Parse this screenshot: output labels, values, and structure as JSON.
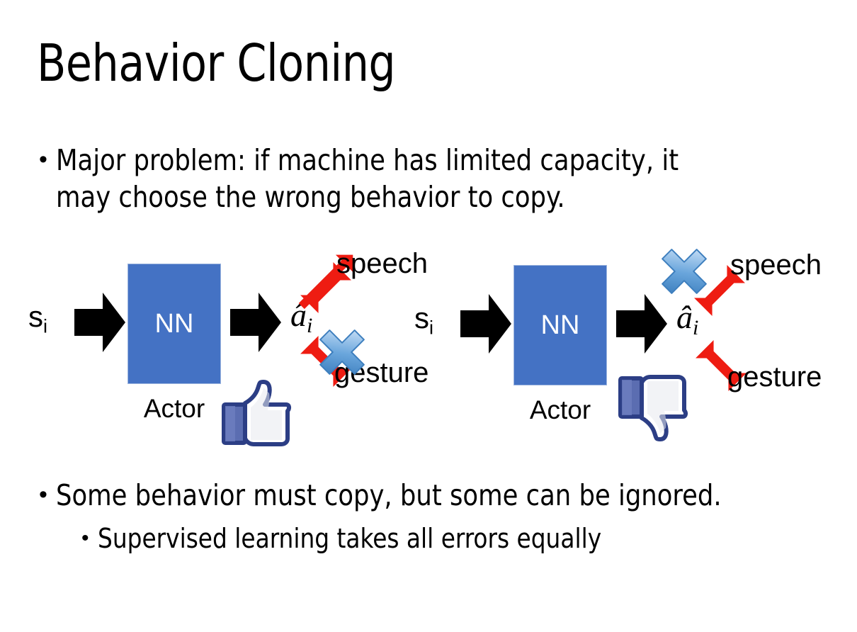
{
  "slide": {
    "title": "Behavior Cloning",
    "background_color": "#FFFFFF"
  },
  "bullets": {
    "top": {
      "marker": "•",
      "text": "Major problem: if machine has limited capacity, it may choose the wrong behavior to copy."
    },
    "bottom": [
      {
        "marker": "•",
        "text": "Some behavior must copy, but some can be ignored.",
        "level": 1
      },
      {
        "marker": "•",
        "text": "Supervised learning takes all errors equally",
        "level": 2
      }
    ]
  },
  "colors": {
    "nn_box_fill": "#4472C4",
    "nn_box_border": "#9CB4DE",
    "arrow_black": "#000000",
    "arrow_red": "#EE1C12",
    "cross_blue_light": "#CFE2F7",
    "cross_blue_mid": "#5B9BD5",
    "cross_blue_dark": "#2E6DA8",
    "thumb_outline": "#2C3E85",
    "thumb_cuff": "#5B6DB1",
    "thumb_fill": "#FFFFFF",
    "thumb_shadow": "#E4E7EC"
  },
  "diagrams": [
    {
      "id": "left",
      "state_label": {
        "base": "s",
        "sub": "i"
      },
      "network": {
        "label": "NN",
        "caption": "Actor"
      },
      "action_label": {
        "base": "â",
        "sub": "i"
      },
      "branches": [
        {
          "name": "speech",
          "label": "speech",
          "direction": "up-right",
          "crossed": false
        },
        {
          "name": "gesture",
          "label": "gesture",
          "direction": "down-right",
          "crossed": true
        }
      ],
      "feedback": {
        "icon": "thumbs-up-icon",
        "sentiment": "positive"
      }
    },
    {
      "id": "right",
      "state_label": {
        "base": "s",
        "sub": "i"
      },
      "network": {
        "label": "NN",
        "caption": "Actor"
      },
      "action_label": {
        "base": "â",
        "sub": "i"
      },
      "branches": [
        {
          "name": "speech",
          "label": "speech",
          "direction": "up-right",
          "crossed": true
        },
        {
          "name": "gesture",
          "label": "gesture",
          "direction": "down-right",
          "crossed": false
        }
      ],
      "feedback": {
        "icon": "thumbs-down-icon",
        "sentiment": "negative"
      }
    }
  ]
}
